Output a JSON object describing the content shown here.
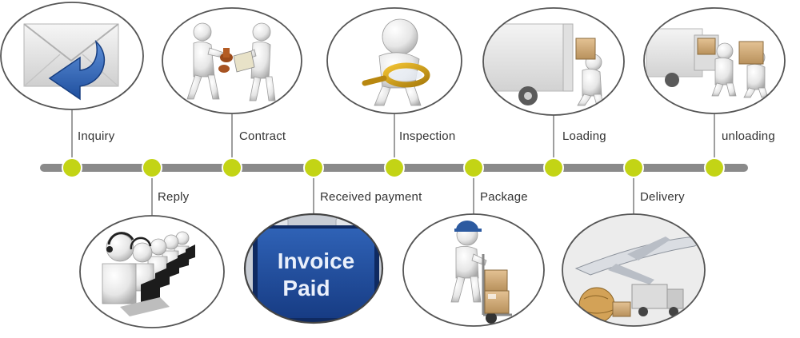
{
  "timeline": {
    "line_color": "#8a8a8a",
    "node_color": "#c3d415",
    "node_stroke": "#ffffff",
    "steps": [
      {
        "label": "Inquiry",
        "position": "top",
        "image": "envelope-reply-icon"
      },
      {
        "label": "Reply",
        "position": "bottom",
        "image": "call-center-operators-image"
      },
      {
        "label": "Contract",
        "position": "top",
        "image": "contract-stamping-figures-image"
      },
      {
        "label": "Received payment",
        "position": "bottom",
        "image": "invoice-paid-key-image"
      },
      {
        "label": "Inspection",
        "position": "top",
        "image": "magnifying-glass-figure-image"
      },
      {
        "label": "Package",
        "position": "bottom",
        "image": "hand-truck-boxes-figure-image"
      },
      {
        "label": "Loading",
        "position": "top",
        "image": "truck-loading-figure-image"
      },
      {
        "label": "Delivery",
        "position": "bottom",
        "image": "airplane-truck-globe-image"
      },
      {
        "label": "unloading",
        "position": "top",
        "image": "truck-unloading-figure-image"
      }
    ]
  },
  "invoice_key": {
    "line1": "Invoice",
    "line2": "Paid"
  }
}
